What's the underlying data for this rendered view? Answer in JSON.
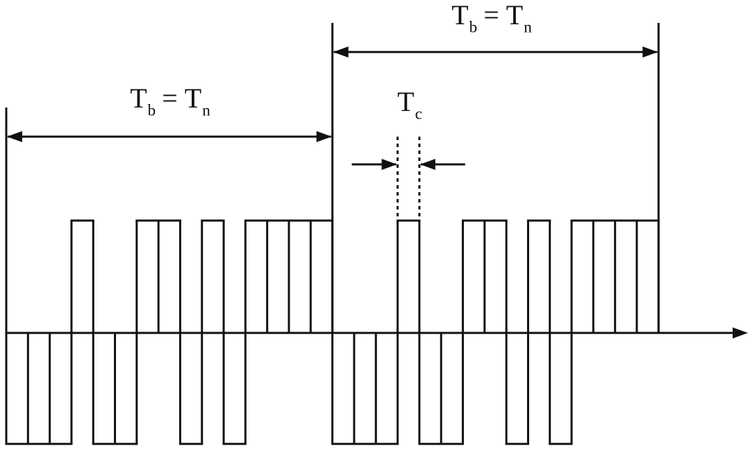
{
  "colors": {
    "ink": "#111111",
    "background": "#ffffff"
  },
  "labels": {
    "tb_bit1": {
      "t1": "T",
      "s1": "b",
      "eq": "=",
      "t2": "T",
      "s2": "n"
    },
    "tb_bit2": {
      "t1": "T",
      "s1": "b",
      "eq": "=",
      "t2": "T",
      "s2": "n"
    },
    "tc": {
      "t": "T",
      "s": "c"
    }
  },
  "chart_data": {
    "type": "line",
    "title": "",
    "xlabel": "",
    "ylabel": "",
    "description_visible_elements": "binary PN waveform over two bit periods with dimension arrows",
    "chips_per_bit": 15,
    "num_bits": 2,
    "pn_sequence_per_bit": [
      0,
      0,
      0,
      1,
      0,
      0,
      1,
      1,
      0,
      1,
      0,
      1,
      1,
      1,
      1
    ],
    "levels": {
      "high": 1,
      "low": -1
    },
    "tc_marked_chip": {
      "bit_index": 1,
      "chip_index": 3
    }
  }
}
